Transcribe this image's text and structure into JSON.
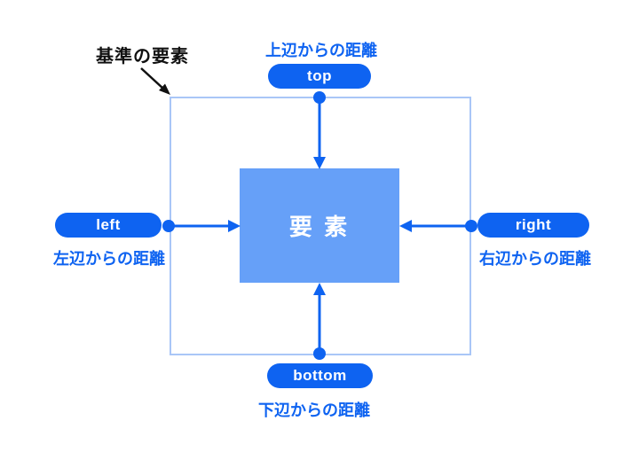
{
  "colors": {
    "accent": "#0E63F1",
    "element_fill": "#66A0F8",
    "container_border": "#A9C6F7",
    "label_black": "#111111",
    "pill_text": "#FFFFFF",
    "background": "#FFFFFF"
  },
  "diagram": {
    "reference_element_label": "基準の要素",
    "element_label": "要 素",
    "sides": {
      "top": {
        "property": "top",
        "caption": "上辺からの距離"
      },
      "left": {
        "property": "left",
        "caption": "左辺からの距離"
      },
      "right": {
        "property": "right",
        "caption": "右辺からの距離"
      },
      "bottom": {
        "property": "bottom",
        "caption": "下辺からの距離"
      }
    }
  }
}
